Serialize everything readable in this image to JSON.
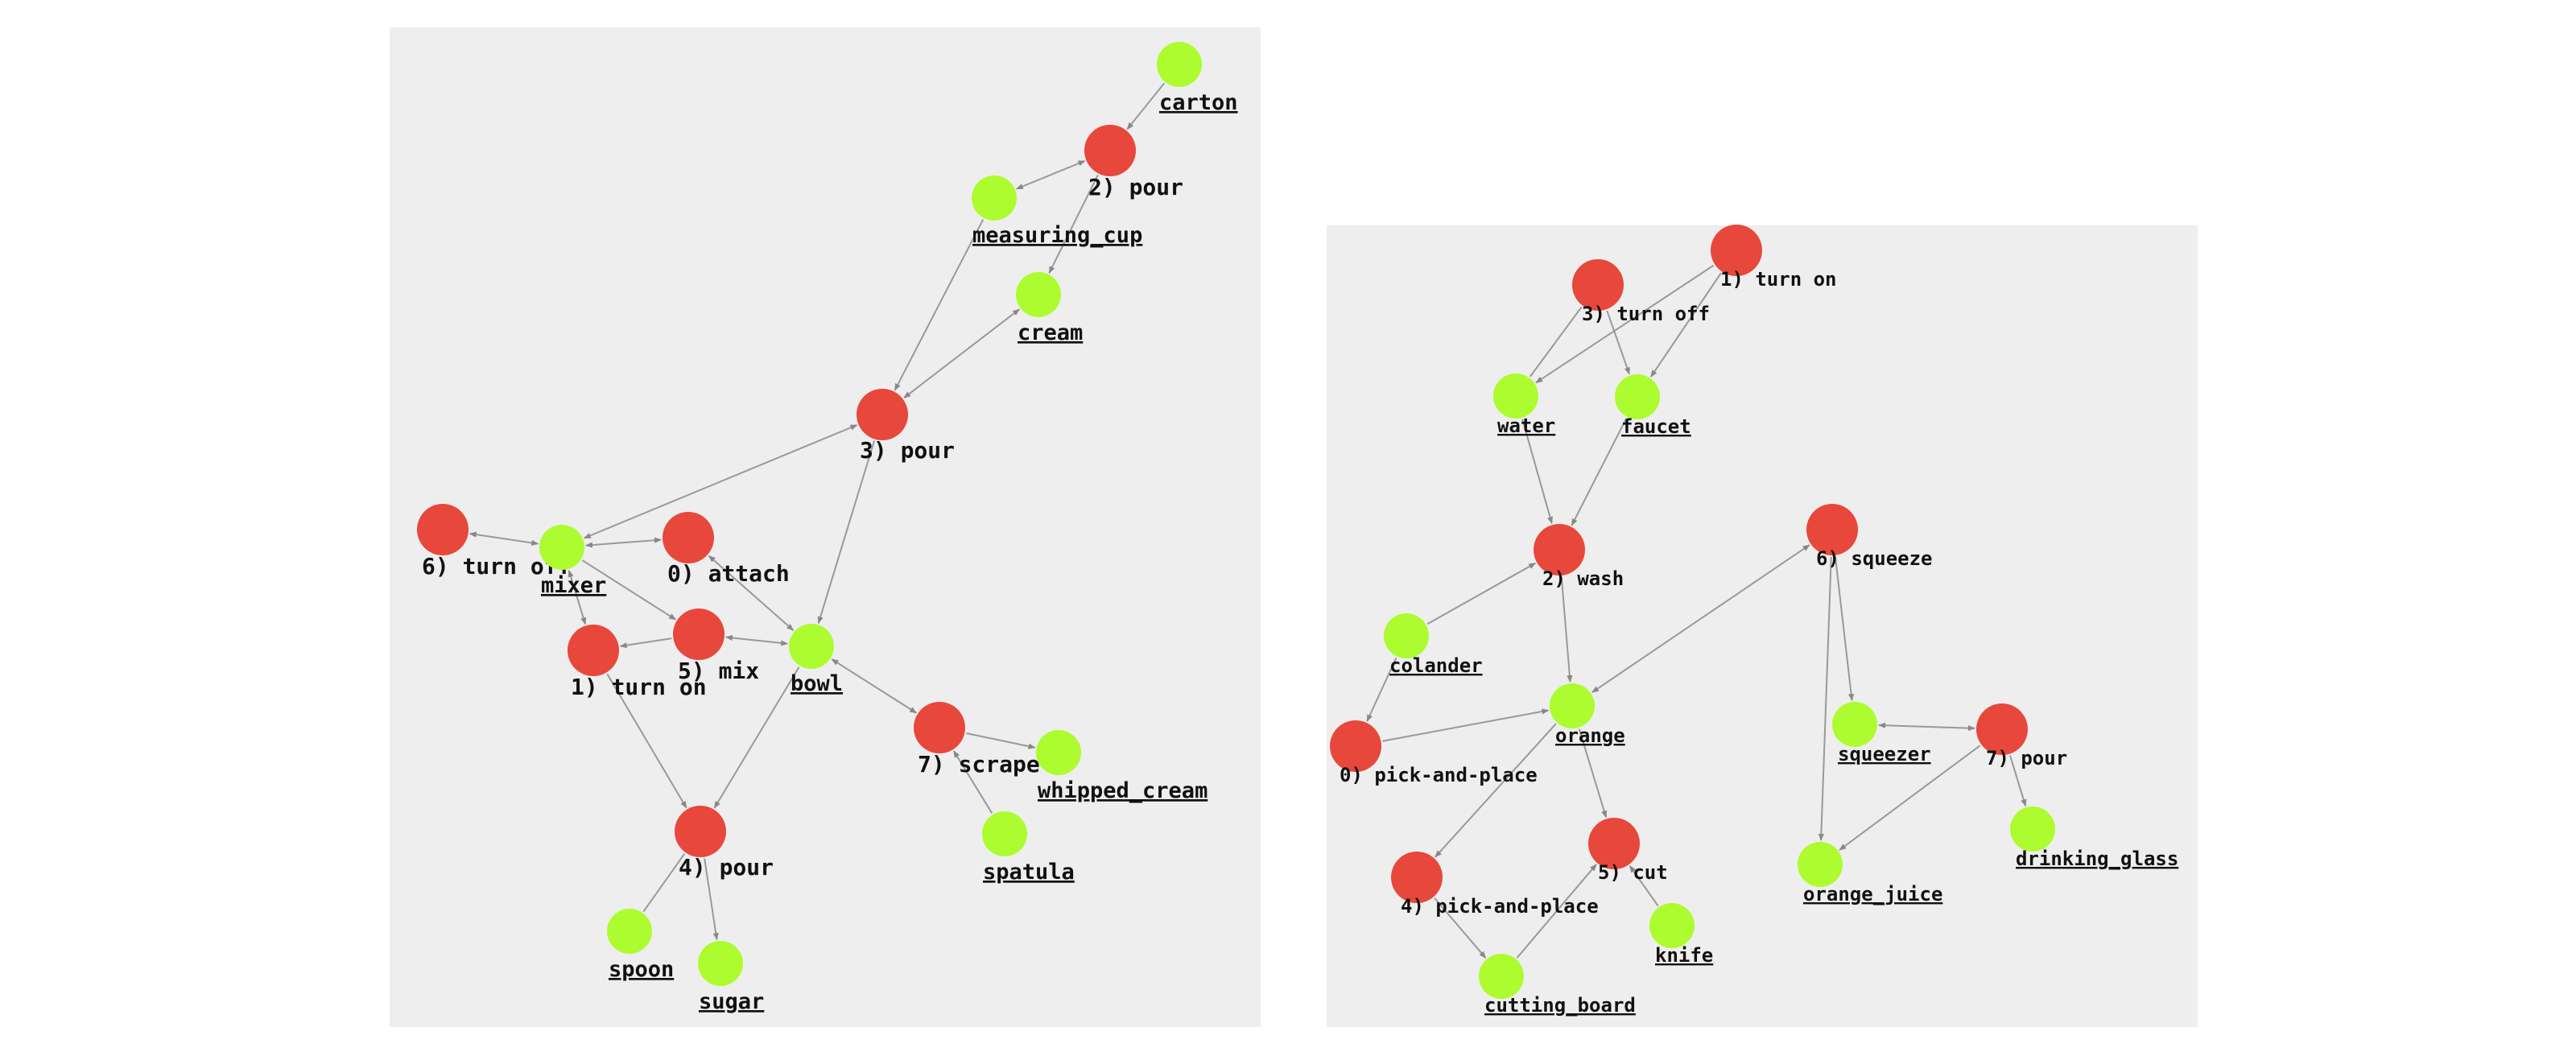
{
  "colors": {
    "panel_bg": "#eeeeee",
    "action_node": "#e8473c",
    "object_node": "#adfc2f",
    "edge": "#999999",
    "text": "#111111"
  },
  "graphs": [
    {
      "id": "whipped-cream",
      "nodes": [
        {
          "id": "carton",
          "kind": "object",
          "label": "carton"
        },
        {
          "id": "pour2",
          "kind": "action",
          "label": "2) pour"
        },
        {
          "id": "measuring_cup",
          "kind": "object",
          "label": "measuring_cup"
        },
        {
          "id": "cream",
          "kind": "object",
          "label": "cream"
        },
        {
          "id": "pour3",
          "kind": "action",
          "label": "3) pour"
        },
        {
          "id": "turnoff6",
          "kind": "action",
          "label": "6) turn off"
        },
        {
          "id": "mixer",
          "kind": "object",
          "label": "mixer"
        },
        {
          "id": "attach0",
          "kind": "action",
          "label": "0) attach"
        },
        {
          "id": "turnon1",
          "kind": "action",
          "label": "1) turn on"
        },
        {
          "id": "mix5",
          "kind": "action",
          "label": "5) mix"
        },
        {
          "id": "bowl",
          "kind": "object",
          "label": "bowl"
        },
        {
          "id": "scrape7",
          "kind": "action",
          "label": "7) scrape"
        },
        {
          "id": "whipped_cream",
          "kind": "object",
          "label": "whipped_cream"
        },
        {
          "id": "spatula",
          "kind": "object",
          "label": "spatula"
        },
        {
          "id": "pour4",
          "kind": "action",
          "label": "4) pour"
        },
        {
          "id": "spoon",
          "kind": "object",
          "label": "spoon"
        },
        {
          "id": "sugar",
          "kind": "object",
          "label": "sugar"
        }
      ],
      "edges": [
        {
          "from": "carton",
          "to": "pour2",
          "dir": "forward"
        },
        {
          "from": "pour2",
          "to": "measuring_cup",
          "dir": "both"
        },
        {
          "from": "pour2",
          "to": "cream",
          "dir": "forward"
        },
        {
          "from": "measuring_cup",
          "to": "pour3",
          "dir": "forward"
        },
        {
          "from": "cream",
          "to": "pour3",
          "dir": "both"
        },
        {
          "from": "pour3",
          "to": "mixer",
          "dir": "both"
        },
        {
          "from": "pour3",
          "to": "bowl",
          "dir": "forward"
        },
        {
          "from": "turnoff6",
          "to": "mixer",
          "dir": "both"
        },
        {
          "from": "attach0",
          "to": "mixer",
          "dir": "both"
        },
        {
          "from": "attach0",
          "to": "bowl",
          "dir": "both"
        },
        {
          "from": "mixer",
          "to": "turnon1",
          "dir": "both"
        },
        {
          "from": "mixer",
          "to": "mix5",
          "dir": "forward"
        },
        {
          "from": "mix5",
          "to": "turnon1",
          "dir": "forward"
        },
        {
          "from": "mix5",
          "to": "bowl",
          "dir": "both"
        },
        {
          "from": "turnon1",
          "to": "pour4",
          "dir": "forward"
        },
        {
          "from": "bowl",
          "to": "pour4",
          "dir": "forward"
        },
        {
          "from": "bowl",
          "to": "scrape7",
          "dir": "both"
        },
        {
          "from": "scrape7",
          "to": "whipped_cream",
          "dir": "forward"
        },
        {
          "from": "spatula",
          "to": "scrape7",
          "dir": "forward"
        },
        {
          "from": "spoon",
          "to": "pour4",
          "dir": "none"
        },
        {
          "from": "pour4",
          "to": "sugar",
          "dir": "forward"
        }
      ]
    },
    {
      "id": "orange-juice",
      "nodes": [
        {
          "id": "turnon1",
          "kind": "action",
          "label": "1) turn on"
        },
        {
          "id": "turnoff3",
          "kind": "action",
          "label": "3) turn off"
        },
        {
          "id": "water",
          "kind": "object",
          "label": "water"
        },
        {
          "id": "faucet",
          "kind": "object",
          "label": "faucet"
        },
        {
          "id": "wash2",
          "kind": "action",
          "label": "2) wash"
        },
        {
          "id": "squeeze6",
          "kind": "action",
          "label": "6) squeeze"
        },
        {
          "id": "colander",
          "kind": "object",
          "label": "colander"
        },
        {
          "id": "orange",
          "kind": "object",
          "label": "orange"
        },
        {
          "id": "pickplace0",
          "kind": "action",
          "label": "0) pick-and-place"
        },
        {
          "id": "squeezer",
          "kind": "object",
          "label": "squeezer"
        },
        {
          "id": "pour7",
          "kind": "action",
          "label": "7) pour"
        },
        {
          "id": "drinking_glass",
          "kind": "object",
          "label": "drinking_glass"
        },
        {
          "id": "cut5",
          "kind": "action",
          "label": "5) cut"
        },
        {
          "id": "pickplace4",
          "kind": "action",
          "label": "4) pick-and-place"
        },
        {
          "id": "knife",
          "kind": "object",
          "label": "knife"
        },
        {
          "id": "orange_juice",
          "kind": "object",
          "label": "orange_juice"
        },
        {
          "id": "cutting_board",
          "kind": "object",
          "label": "cutting_board"
        }
      ],
      "edges": [
        {
          "from": "turnon1",
          "to": "water",
          "dir": "forward"
        },
        {
          "from": "turnon1",
          "to": "faucet",
          "dir": "forward"
        },
        {
          "from": "turnoff3",
          "to": "water",
          "dir": "none"
        },
        {
          "from": "turnoff3",
          "to": "faucet",
          "dir": "forward"
        },
        {
          "from": "water",
          "to": "wash2",
          "dir": "forward"
        },
        {
          "from": "faucet",
          "to": "wash2",
          "dir": "forward"
        },
        {
          "from": "colander",
          "to": "wash2",
          "dir": "forward"
        },
        {
          "from": "wash2",
          "to": "orange",
          "dir": "forward"
        },
        {
          "from": "colander",
          "to": "pickplace0",
          "dir": "forward"
        },
        {
          "from": "pickplace0",
          "to": "orange",
          "dir": "forward"
        },
        {
          "from": "squeeze6",
          "to": "orange",
          "dir": "both"
        },
        {
          "from": "squeeze6",
          "to": "squeezer",
          "dir": "forward"
        },
        {
          "from": "squeeze6",
          "to": "orange_juice",
          "dir": "forward"
        },
        {
          "from": "orange",
          "to": "cut5",
          "dir": "forward"
        },
        {
          "from": "orange",
          "to": "pickplace4",
          "dir": "forward"
        },
        {
          "from": "pickplace4",
          "to": "cutting_board",
          "dir": "forward"
        },
        {
          "from": "cutting_board",
          "to": "cut5",
          "dir": "forward"
        },
        {
          "from": "knife",
          "to": "cut5",
          "dir": "forward"
        },
        {
          "from": "squeezer",
          "to": "pour7",
          "dir": "both"
        },
        {
          "from": "pour7",
          "to": "drinking_glass",
          "dir": "forward"
        },
        {
          "from": "pour7",
          "to": "orange_juice",
          "dir": "forward"
        }
      ]
    }
  ]
}
